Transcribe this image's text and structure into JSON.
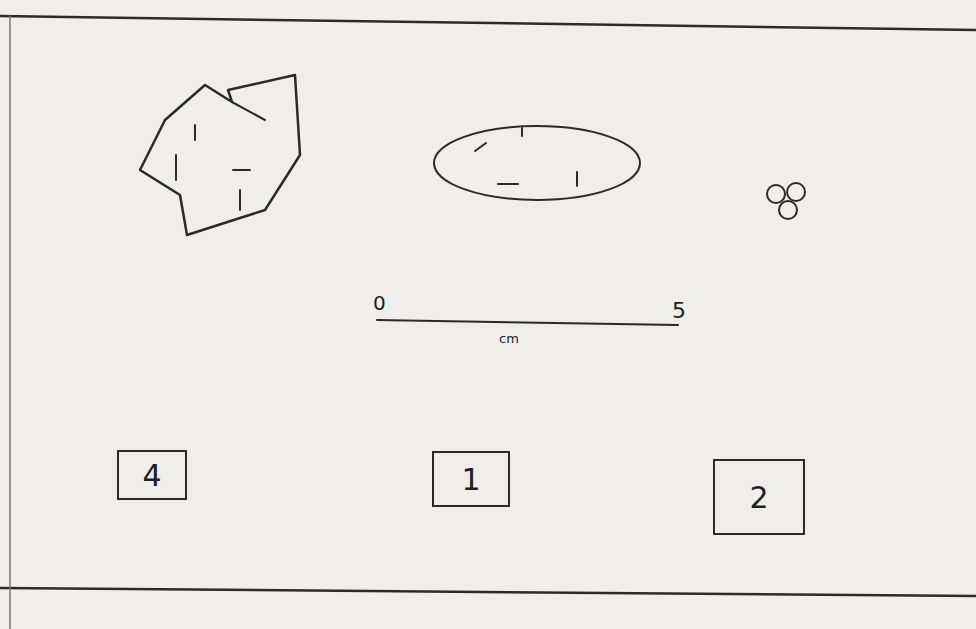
{
  "diagram": {
    "nodes": [
      {
        "text": [
          "4"
        ]
      },
      {
        "text": [
          "1"
        ]
      },
      {
        "text": [
          "2"
        ]
      }
    ],
    "labels": [
      "0",
      "5",
      "cm"
    ]
  }
}
